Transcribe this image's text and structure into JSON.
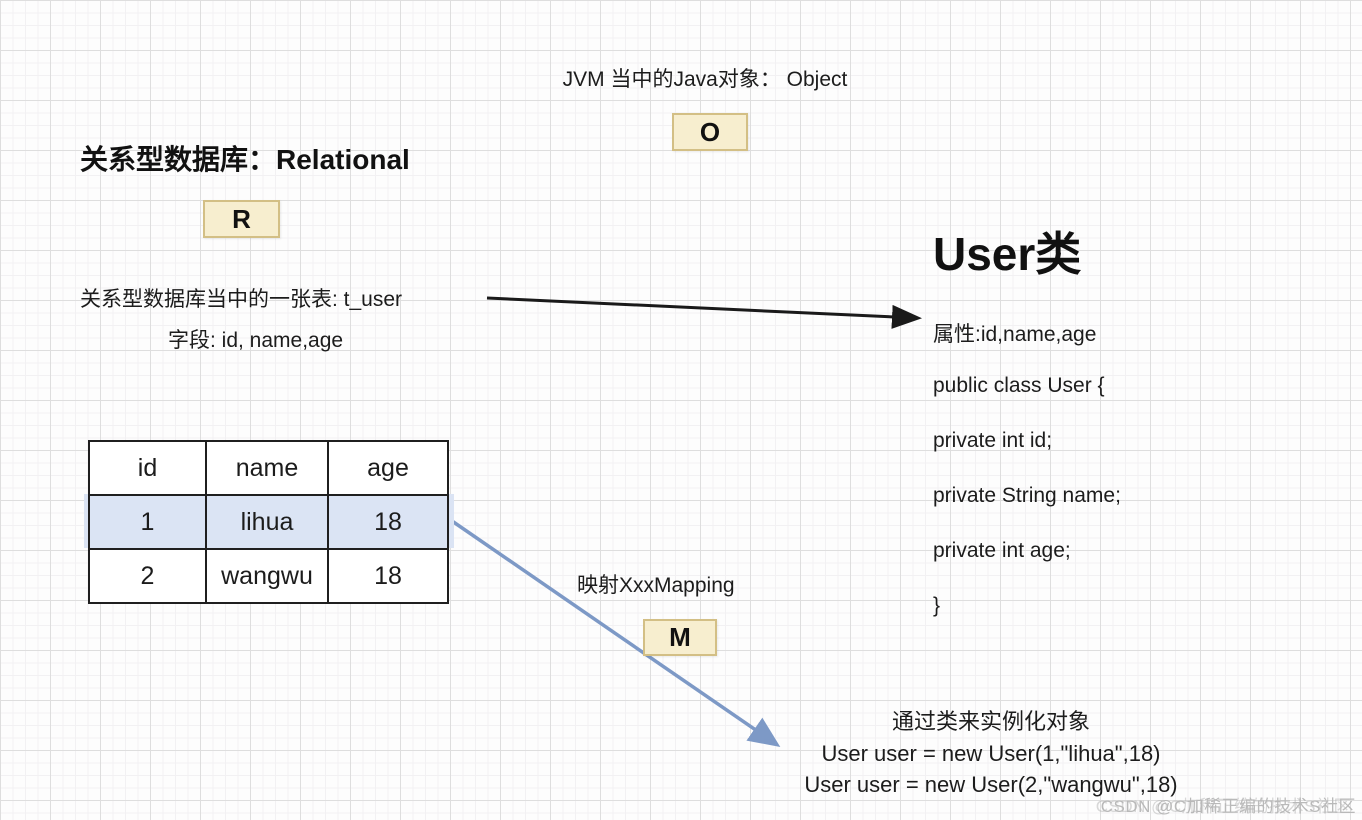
{
  "object_section": {
    "caption": "JVM 当中的Java对象： Object",
    "badge": "O"
  },
  "relational_section": {
    "title": "关系型数据库：Relational",
    "badge": "R",
    "table_caption": "关系型数据库当中的一张表: t_user",
    "fields_caption": "字段: id, name,age"
  },
  "db_table": {
    "headers": [
      "id",
      "name",
      "age"
    ],
    "rows": [
      [
        "1",
        "lihua",
        "18"
      ],
      [
        "2",
        "wangwu",
        "18"
      ]
    ],
    "highlighted_row_index": 0
  },
  "mapping_section": {
    "caption": "映射XxxMapping",
    "badge": "M"
  },
  "user_class": {
    "title": "User类",
    "attributes_line": "属性:id,name,age",
    "code_lines": [
      "public class User {",
      "private int id;",
      "private String name;",
      "private int age;",
      "}"
    ]
  },
  "instantiation": {
    "caption": "通过类来实例化对象",
    "lines": [
      "User user = new User(1,\"lihua\",18)",
      "User user = new User(2,\"wangwu\",18)"
    ]
  },
  "watermark": "CSDN @C加稀正编的技术S社区",
  "colors": {
    "badge_bg": "#f7eecf",
    "badge_border": "#d3bf85",
    "highlight_row": "#dbe4f4",
    "arrow_blue": "#7d99c6",
    "arrow_black": "#1a1a1a"
  }
}
